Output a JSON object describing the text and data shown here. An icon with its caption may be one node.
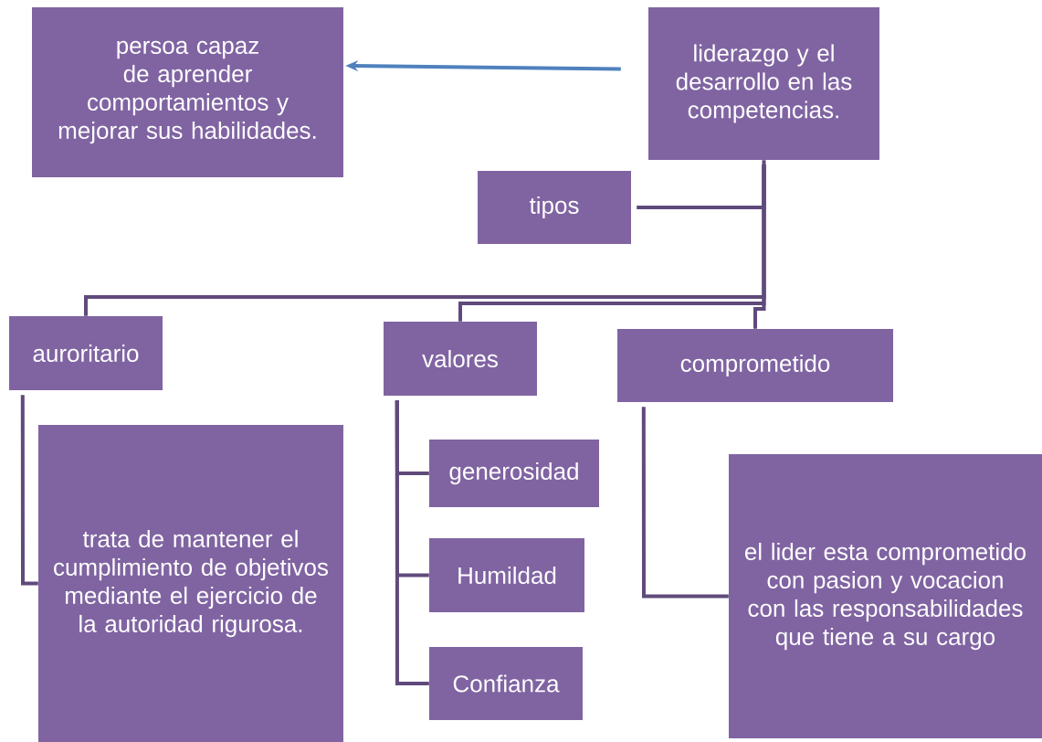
{
  "diagram": {
    "nodes": [
      {
        "text": [
          "persoa capaz de aprender comportamientos y mejorar sus habilidades."
        ]
      },
      {
        "text": [
          "liderazgo y el desarrollo en las competencias."
        ]
      },
      {
        "text": [
          "tipos"
        ]
      },
      {
        "text": [
          "auroritario"
        ]
      },
      {
        "text": [
          "valores"
        ]
      },
      {
        "text": [
          "comprometido"
        ]
      },
      {
        "text": [
          "trata de mantener el cumplimiento de objetivos mediante el ejercicio de la autoridad rigurosa."
        ]
      },
      {
        "text": [
          "generosidad"
        ]
      },
      {
        "text": [
          "Humildad"
        ]
      },
      {
        "text": [
          "Confianza"
        ]
      },
      {
        "text": [
          "el lider esta comprometido con pasion y vocacion con las responsabilidades que tiene a su cargo"
        ]
      }
    ],
    "edges": [
      {
        "from": 1,
        "to": 0,
        "arrow": "to",
        "color": "#4f81bd"
      },
      {
        "from": 1,
        "to": 2,
        "arrow": "none"
      },
      {
        "from": 1,
        "to": 3,
        "arrow": "none"
      },
      {
        "from": 1,
        "to": 4,
        "arrow": "none"
      },
      {
        "from": 1,
        "to": 5,
        "arrow": "none"
      },
      {
        "from": 3,
        "to": 6,
        "arrow": "none"
      },
      {
        "from": 4,
        "to": 7,
        "arrow": "none"
      },
      {
        "from": 4,
        "to": 8,
        "arrow": "none"
      },
      {
        "from": 4,
        "to": 9,
        "arrow": "none"
      },
      {
        "from": 5,
        "to": 10,
        "arrow": "none"
      }
    ]
  }
}
